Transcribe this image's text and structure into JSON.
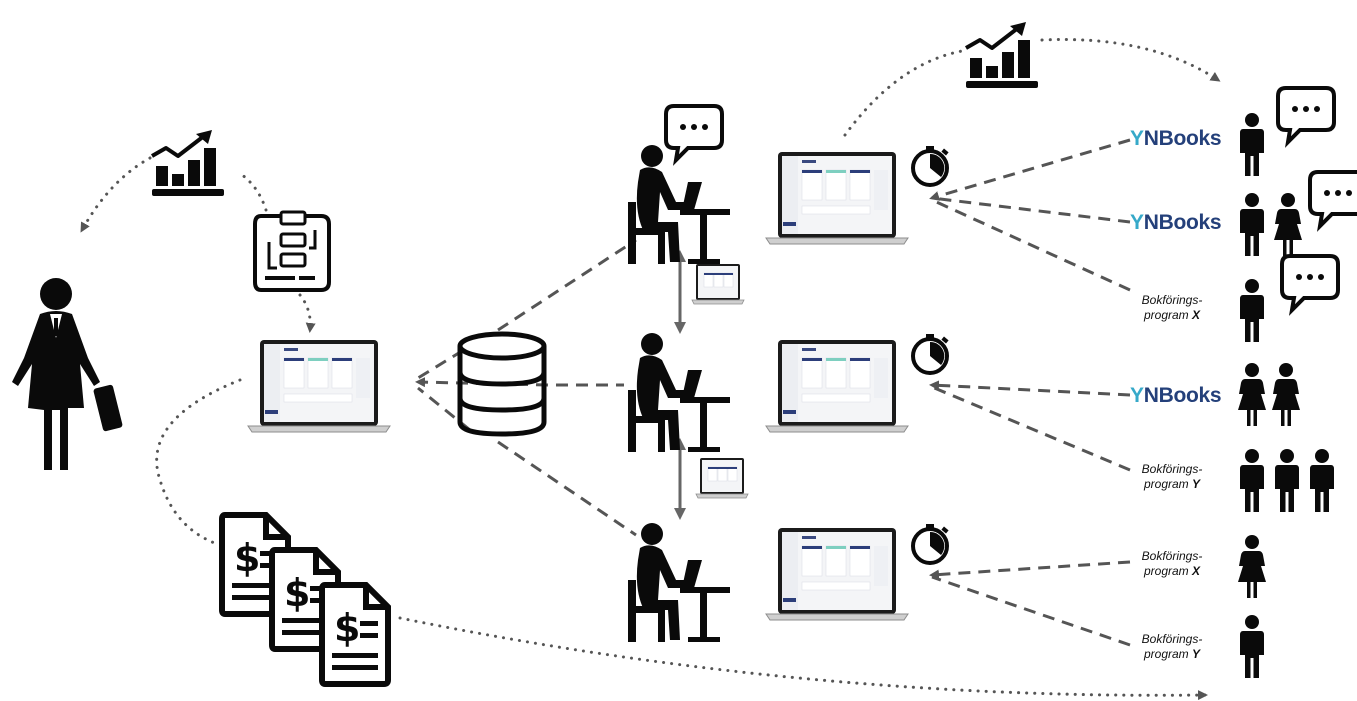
{
  "software_labels": [
    {
      "type": "brand",
      "text": "NBooks"
    },
    {
      "type": "brand",
      "text": "NBooks"
    },
    {
      "type": "program",
      "line1": "Bokförings-",
      "line2": "program",
      "letter": "X"
    },
    {
      "type": "brand",
      "text": "NBooks"
    },
    {
      "type": "program",
      "line1": "Bokförings-",
      "line2": "program",
      "letter": "Y"
    },
    {
      "type": "program",
      "line1": "Bokförings-",
      "line2": "program",
      "letter": "X"
    },
    {
      "type": "program",
      "line1": "Bokförings-",
      "line2": "program",
      "letter": "Y"
    }
  ],
  "colors": {
    "brand_navy": "#24407a",
    "brand_teal": "#36a9c9",
    "icon": "#0a0a0a",
    "connector": "#555555"
  },
  "icons": [
    "businesswoman-icon",
    "growth-chart-icon",
    "workflow-icon",
    "laptop-icon",
    "database-icon",
    "accountant-icon",
    "chat-bubble-icon",
    "stopwatch-icon",
    "invoice-icon",
    "client-icon"
  ]
}
